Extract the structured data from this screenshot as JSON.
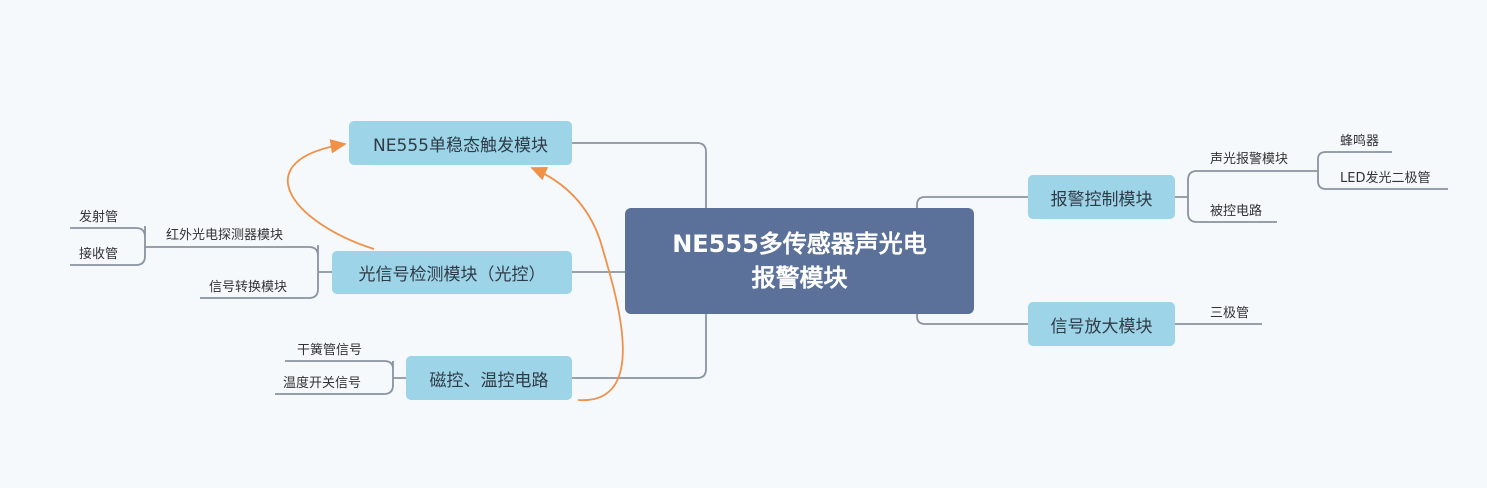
{
  "root": {
    "line1": "NE555多传感器声光电",
    "line2": "报警模块"
  },
  "left_branches": {
    "trigger": {
      "label": "NE555单稳态触发模块"
    },
    "light": {
      "label": "光信号检测模块（光控）",
      "children": [
        {
          "label": "红外光电探测器模块",
          "children": [
            "发射管",
            "接收管"
          ]
        },
        {
          "label": "信号转换模块"
        }
      ]
    },
    "magnetic": {
      "label": "磁控、温控电路",
      "children": [
        "干簧管信号",
        "温度开关信号"
      ]
    }
  },
  "right_branches": {
    "alarm": {
      "label": "报警控制模块",
      "children": [
        {
          "label": "声光报警模块",
          "children": [
            "蜂鸣器",
            "LED发光二极管"
          ]
        },
        {
          "label": "被控电路"
        }
      ]
    },
    "amplifier": {
      "label": "信号放大模块",
      "children": [
        "三极管"
      ]
    }
  },
  "colors": {
    "background": "#f5f9fc",
    "root_fill": "#5b7199",
    "branch_fill": "#9dd4e8",
    "connector": "#8a93a0",
    "relationship_arrow": "#f0914a"
  }
}
